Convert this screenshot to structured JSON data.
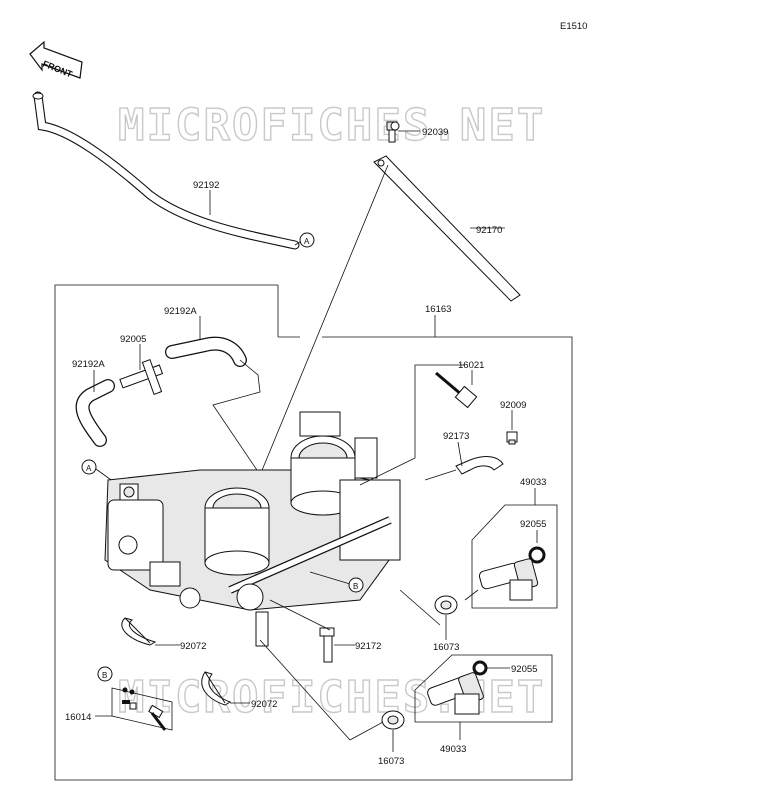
{
  "diagram_code": "E1510",
  "front_label": "FRONT",
  "watermark": "MICROFICHES.NET",
  "parts": {
    "p92039": "92039",
    "p92170": "92170",
    "p92192": "92192",
    "p16163": "16163",
    "p92192A_top": "92192A",
    "p92005": "92005",
    "p92192A_left": "92192A",
    "p16021": "16021",
    "p92009": "92009",
    "p92173": "92173",
    "p49033_top": "49033",
    "p92055_top": "92055",
    "p16073_top": "16073",
    "p92072_mid": "92072",
    "p92172": "92172",
    "p92055_bot": "92055",
    "p92072_bot": "92072",
    "p16014": "16014",
    "p49033_bot": "49033",
    "p16073_bot": "16073"
  },
  "markers": {
    "a_top": "A",
    "a_left": "A",
    "b_mid": "B",
    "b_left": "B"
  }
}
